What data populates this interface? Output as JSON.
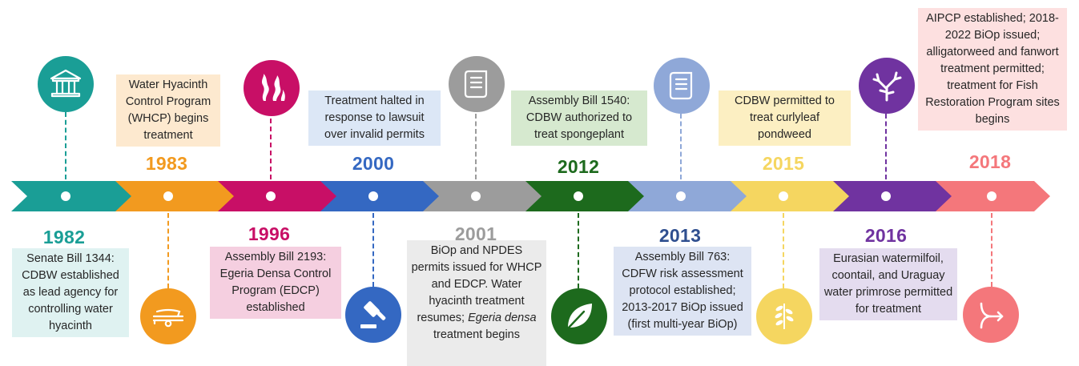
{
  "colors": {
    "e1982": "#1a9e96",
    "e1983": "#f29a1f",
    "e1996": "#c80f66",
    "e2000": "#3468c2",
    "e2001": "#9c9c9c",
    "e2012": "#1d6a1d",
    "e2013": "#8fa8d8",
    "e2015": "#f5d660",
    "e2016": "#7033a0",
    "e2018": "#f4777b"
  },
  "events": {
    "e1982": {
      "year": "1982",
      "icon": "government-building-icon",
      "text": "Senate Bill 1344: CDBW established as lead agency for controlling water hyacinth"
    },
    "e1983": {
      "year": "1983",
      "icon": "boat-trailer-icon",
      "text": "Water Hyacinth Control Program (WHCP) begins treatment"
    },
    "e1996": {
      "year": "1996",
      "icon": "seaweed-icon",
      "text": "Assembly Bill 2193: Egeria Densa Control Program (EDCP) established"
    },
    "e2000": {
      "year": "2000",
      "icon": "gavel-icon",
      "text": "Treatment halted in response to lawsuit over invalid permits"
    },
    "e2001": {
      "year": "2001",
      "icon": "scroll-icon",
      "text_main": "BiOp and NPDES permits issued for WHCP and EDCP. Water hyacinth treatment resumes;",
      "text_italic": "Egeria densa",
      "text_tail": "treatment begins"
    },
    "e2012": {
      "year": "2012",
      "icon": "leaf-icon",
      "text": "Assembly Bill 1540: CDBW authorized to treat spongeplant"
    },
    "e2013": {
      "year": "2013",
      "icon": "scroll-icon",
      "text": "Assembly Bill 763: CDFW risk assessment protocol established; 2013-2017 BiOp issued (first multi-year BiOp)"
    },
    "e2015": {
      "year": "2015",
      "icon": "pondweed-icon",
      "text": "CDBW permitted to treat curlyleaf pondweed"
    },
    "e2016": {
      "year": "2016",
      "icon": "coral-icon",
      "text": "Eurasian watermilfoil, coontail, and Uraguay water primrose permitted for treatment"
    },
    "e2018": {
      "year": "2018",
      "icon": "branching-arrow-icon",
      "text": "AIPCP established; 2018-2022 BiOp issued; alligatorweed and fanwort treatment permitted; treatment for Fish Restoration Program sites begins"
    }
  }
}
